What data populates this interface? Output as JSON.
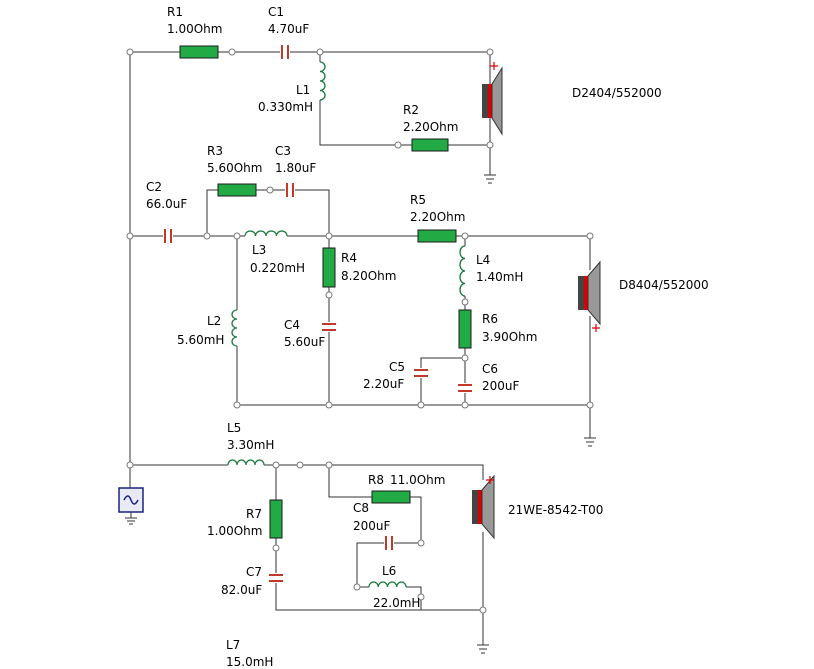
{
  "components": {
    "r1": {
      "name": "R1",
      "value": "1.00Ohm"
    },
    "c1": {
      "name": "C1",
      "value": "4.70uF"
    },
    "l1": {
      "name": "L1",
      "value": "0.330mH"
    },
    "r2": {
      "name": "R2",
      "value": "2.20Ohm"
    },
    "r3": {
      "name": "R3",
      "value": "5.60Ohm"
    },
    "c3": {
      "name": "C3",
      "value": "1.80uF"
    },
    "c2": {
      "name": "C2",
      "value": "66.0uF"
    },
    "l3": {
      "name": "L3",
      "value": "0.220mH"
    },
    "r4": {
      "name": "R4",
      "value": "8.20Ohm"
    },
    "r5": {
      "name": "R5",
      "value": "2.20Ohm"
    },
    "l4": {
      "name": "L4",
      "value": "1.40mH"
    },
    "r6": {
      "name": "R6",
      "value": "3.90Ohm"
    },
    "l2": {
      "name": "L2",
      "value": "5.60mH"
    },
    "c4": {
      "name": "C4",
      "value": "5.60uF"
    },
    "c5": {
      "name": "C5",
      "value": "2.20uF"
    },
    "c6": {
      "name": "C6",
      "value": "200uF"
    },
    "l5": {
      "name": "L5",
      "value": "3.30mH"
    },
    "r8": {
      "name": "R8",
      "value": "11.0Ohm"
    },
    "c8": {
      "name": "C8",
      "value": "200uF"
    },
    "r7": {
      "name": "R7",
      "value": "1.00Ohm"
    },
    "c7": {
      "name": "C7",
      "value": "82.0uF"
    },
    "l6": {
      "name": "L6",
      "value": "22.0mH"
    },
    "l7": {
      "name": "L7",
      "value": "15.0mH"
    }
  },
  "speakers": {
    "tweeter": "D2404/552000",
    "mid": "D8404/552000",
    "woofer": "21WE-8542-T00"
  },
  "colors": {
    "wire": "#333333",
    "resistor_fill": "#22aa44",
    "capacitor": "#c0392b",
    "inductor": "#1a7a3a",
    "speaker_body": "#444444",
    "polarity": "#dd0000",
    "source": "#1a237e"
  }
}
